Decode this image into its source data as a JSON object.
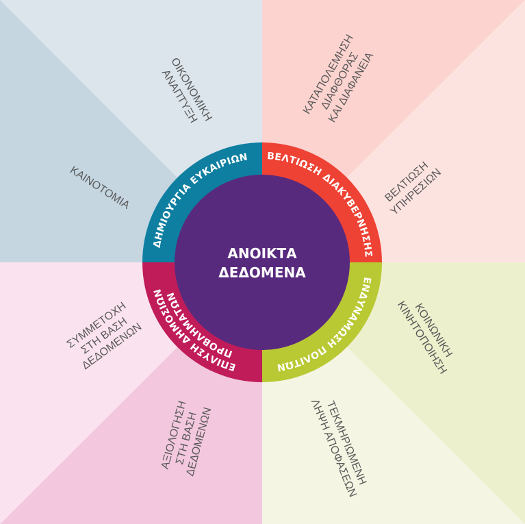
{
  "center": {
    "line1": "ΑΝΟΙΚΤΑ",
    "line2": "ΔΕΔΟΜΕΝΑ"
  },
  "ring": [
    {
      "label": "ΔΗΜΙΟΥΡΓΙΑ ΕΥΚΑΙΡΙΩΝ",
      "color": "#0e7fa0"
    },
    {
      "label": "ΒΕΛΤΙΩΣΗ ΔΙΑΚΥΒΕΡΝΗΣΗΣ",
      "color": "#ee4234"
    },
    {
      "label": "ΕΝΔΥΝΑΜΩΣΗ ΠΟΛΙΤΩΝ",
      "color": "#b9c933"
    },
    {
      "label": "ΕΠΙΛΥΣΗ ΔΗΜΟΣΙΩΝ",
      "label2": "ΠΡΟΒΛΗΜΑΤΩΝ",
      "color": "#c01c59"
    }
  ],
  "sectors": [
    {
      "lines": [
        "ΟΙΚΟΝΟΜΙΚΗ",
        "ΑΝΑΠΤΥΞΗ"
      ],
      "color": "#dce5ec"
    },
    {
      "lines": [
        "ΚΑΙΝΟΤΟΜΙΑ"
      ],
      "color": "#c5d6e1"
    },
    {
      "lines": [
        "ΚΑΤΑΠΟΛΕΜΗΣΗ",
        "ΔΙΑΦΘΟΡΑΣ",
        "ΚΑΙ ΔΙΑΦΑΝΕΙΑ"
      ],
      "color": "#fcd3cf"
    },
    {
      "lines": [
        "ΒΕΛΤΙΩΣΗ",
        "ΥΠΗΡΕΣΙΩΝ"
      ],
      "color": "#fde3e0"
    },
    {
      "lines": [
        "ΚΟΙΝΩΝΙΚΗ",
        "ΚΙΝΗΤΟΠΟΙΗΣΗ"
      ],
      "color": "#ecf0cc"
    },
    {
      "lines": [
        "ΤΕΚΜΗΡΙΩΜΕΝΗ",
        "ΛΗΨΗ ΑΠΟΦΑΣΕΩΝ"
      ],
      "color": "#f4f6e3"
    },
    {
      "lines": [
        "ΑΞΙΟΛΟΓΗΣΗ",
        "ΣΤΗ ΒΑΣΗ",
        "ΔΕΔΟΜΕΝΩΝ"
      ],
      "color": "#f3c8de"
    },
    {
      "lines": [
        "ΣΥΜΜΕΤΟΧΗ",
        "ΣΤΗ ΒΑΣΗ",
        "ΔΕΔΟΜΕΝΩΝ"
      ],
      "color": "#fae3ee"
    }
  ],
  "center_color": "#582a7e"
}
